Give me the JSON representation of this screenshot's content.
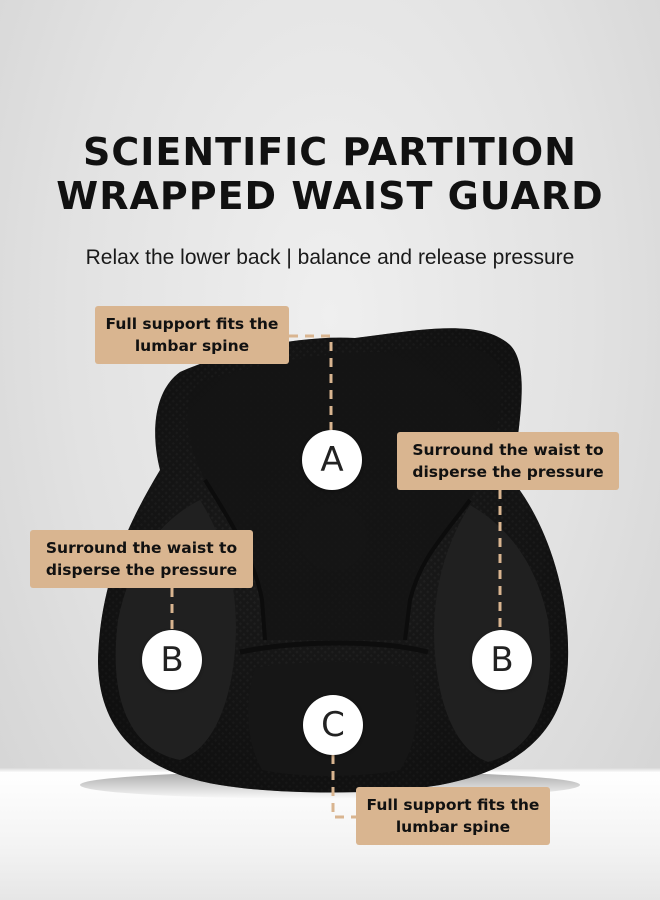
{
  "header": {
    "title_line1": "SCIENTIFIC PARTITION",
    "title_line2": "WRAPPED WAIST GUARD",
    "subtitle": "Relax the lower back | balance and release pressure"
  },
  "callouts": {
    "top_left": {
      "line1": "Full support fits the",
      "line2": "lumbar spine"
    },
    "right": {
      "line1": "Surround the waist to",
      "line2": "disperse the pressure"
    },
    "left": {
      "line1": "Surround the waist to",
      "line2": "disperse the pressure"
    },
    "bottom": {
      "line1": "Full support fits the",
      "line2": "lumbar spine"
    }
  },
  "markers": {
    "a": "A",
    "b_left": "B",
    "b_right": "B",
    "c": "C"
  },
  "colors": {
    "callout_bg": "#d9b590",
    "leader_line": "#d9b590",
    "cushion": "#1b1b1b",
    "text": "#111111"
  }
}
